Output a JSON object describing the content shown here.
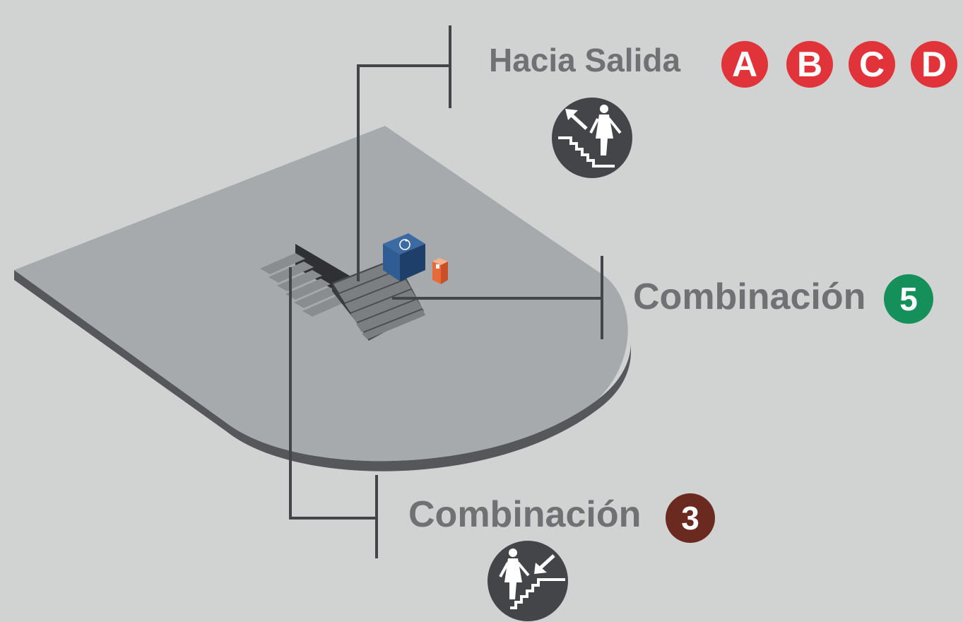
{
  "exit": {
    "label": "Hacia Salida",
    "badges": [
      {
        "text": "A",
        "color": "#e0343a"
      },
      {
        "text": "B",
        "color": "#e0343a"
      },
      {
        "text": "C",
        "color": "#e0343a"
      },
      {
        "text": "D",
        "color": "#e0343a"
      }
    ],
    "icon": "escalator-up-icon"
  },
  "line5": {
    "label": "Combinación",
    "badge": {
      "text": "5",
      "color": "#16905a"
    }
  },
  "line3": {
    "label": "Combinación",
    "badge": {
      "text": "3",
      "color": "#6b2a1f"
    },
    "icon": "escalator-down-icon"
  },
  "map_items": {
    "elevator_icon": "wheelchair-icon",
    "ticket_machine_icon": "ticket-machine-icon"
  },
  "colors": {
    "background": "#d1d3d3",
    "platform_top": "#a6aaac",
    "platform_side": "#55575a",
    "leader_line": "#444548",
    "label_text": "#6f7173",
    "elevator": "#2f5c92",
    "ticket_machine": "#e8693a"
  }
}
